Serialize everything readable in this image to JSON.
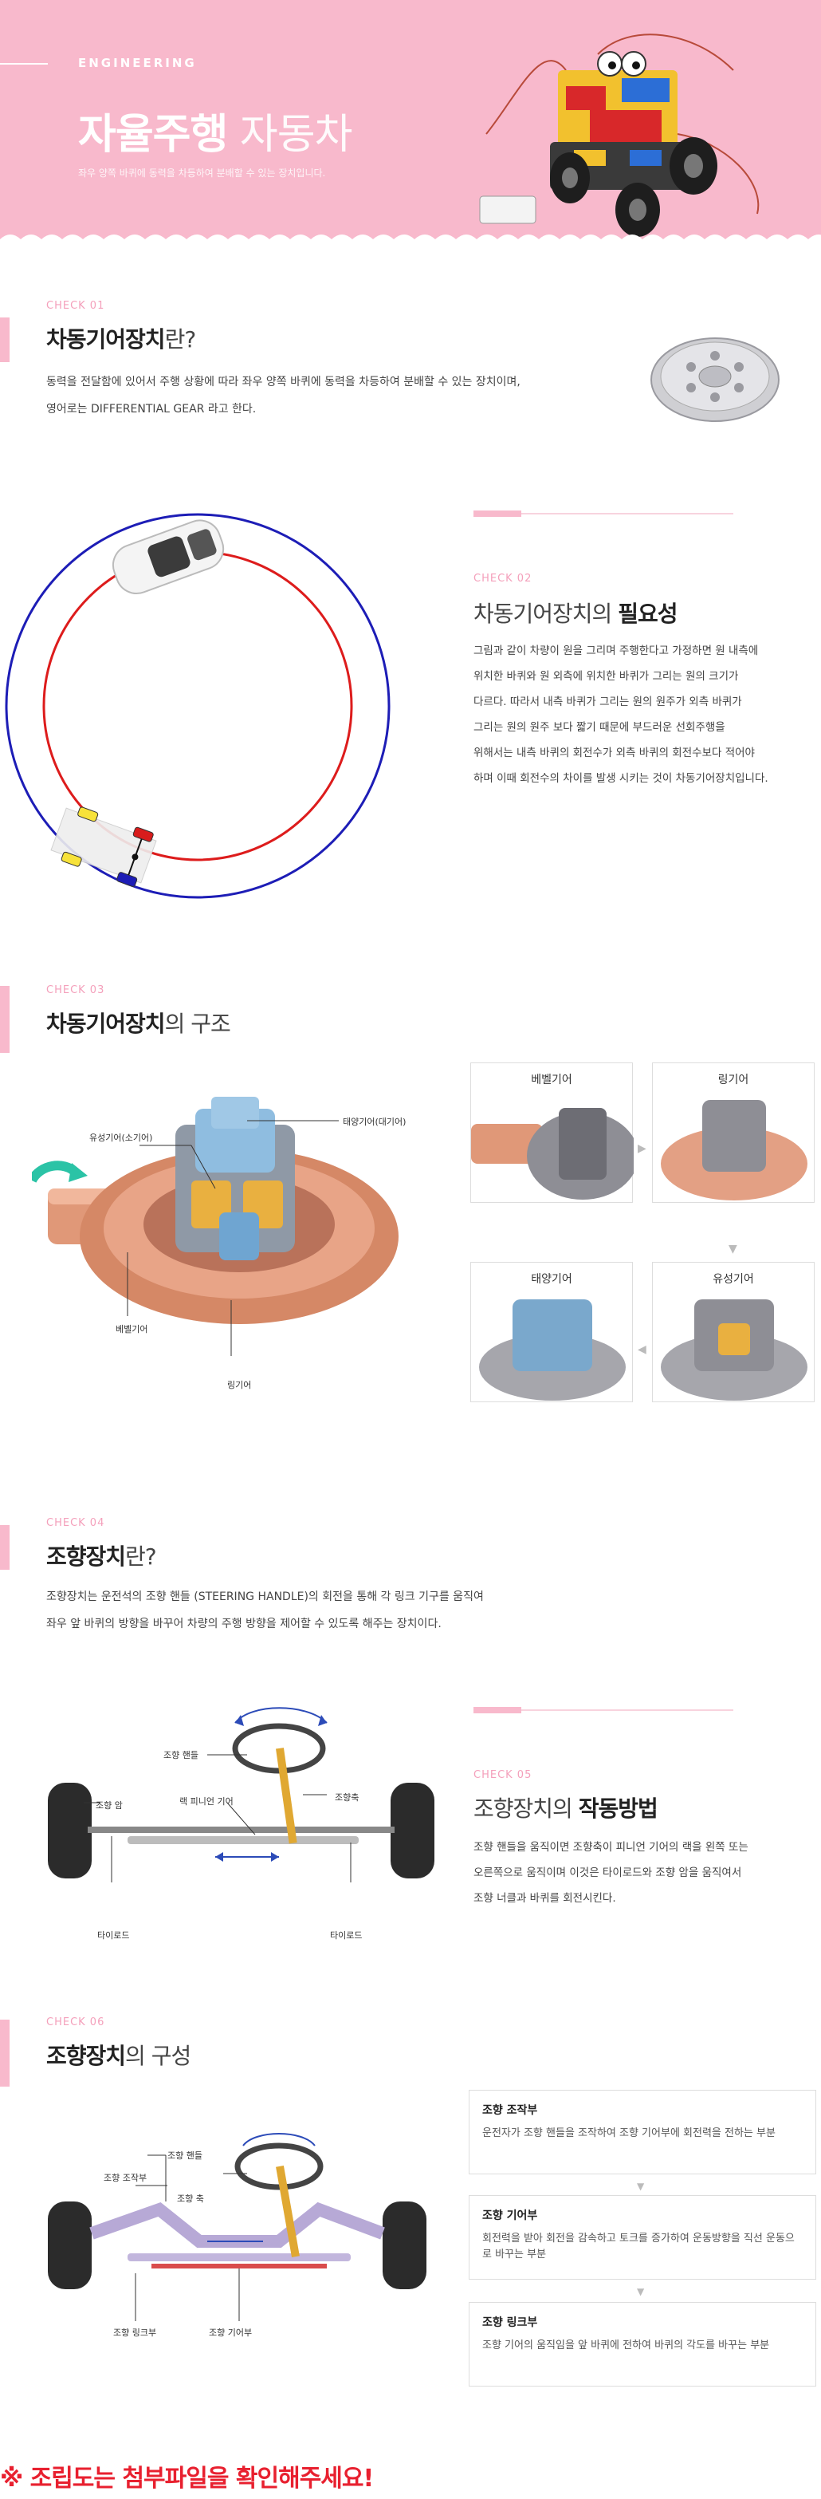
{
  "header": {
    "eyebrow": "ENGINEERING",
    "title_bold": "자율주행",
    "title_light": "자동차",
    "subtitle": "좌우 양쪽 바퀴에 동력을 차등하여 분배할 수 있는 장치입니다.",
    "bg_color": "#f8b9cc"
  },
  "sec1": {
    "check": "CHECK 01",
    "title_bold": "차동기어장치",
    "title_light": "란?",
    "lines": [
      "동력을 전달함에 있어서 주행 상황에 따라 좌우 양쪽 바퀴에 동력을 차등하여 분배할 수 있는 장치이며,",
      "영어로는 DIFFERENTIAL GEAR 라고 한다."
    ]
  },
  "sec2": {
    "check": "CHECK 02",
    "title_light": "차동기어장치의",
    "title_bold": "필요성",
    "lines": [
      "그림과 같이 차량이 원을 그리며 주행한다고 가정하면 원 내측에",
      "위치한 바퀴와 원 외측에 위치한 바퀴가 그리는 원의 크기가",
      "다르다. 따라서 내측 바퀴가 그리는 원의 원주가 외측 바퀴가",
      "그리는 원의 원주 보다 짧기 때문에 부드러운 선회주행을",
      "위해서는 내측 바퀴의 회전수가 외측 바퀴의 회전수보다 적어야",
      "하며 이때 회전수의 차이를 발생 시키는 것이 차동기어장치입니다."
    ]
  },
  "sec3": {
    "check": "CHECK 03",
    "title_bold": "차동기어장치",
    "title_light": "의 구조",
    "labels": {
      "pinion": "유성기어(소기어)",
      "sun": "태양기어(대기어)",
      "bevel": "베벨기어",
      "ring": "링기어"
    },
    "cards": [
      "베벨기어",
      "링기어",
      "태양기어",
      "유성기어"
    ]
  },
  "sec4": {
    "check": "CHECK 04",
    "title_bold": "조향장치",
    "title_light": "란?",
    "lines": [
      "조향장치는 운전석의 조향 핸들 (STEERING HANDLE)의 회전을 통해 각 링크 기구를 움직여",
      "좌우 앞 바퀴의 방향을 바꾸어 차량의 주행 방향을 제어할 수 있도록 해주는 장치이다."
    ]
  },
  "sec5": {
    "check": "CHECK 05",
    "title_light": "조향장치의",
    "title_bold": "작동방법",
    "lines": [
      "조향 핸들을 움직이면 조향축이 피니언 기어의 랙을 왼쪽 또는",
      "오른쪽으로 움직이며 이것은 타이로드와 조향 암을 움직여서",
      "조향 너클과 바퀴를 회전시킨다."
    ],
    "labels": {
      "handle": "조향 핸들",
      "arm": "조향 암",
      "rack": "랙 피니언 기어",
      "shaft": "조향축",
      "tierod_left": "타이로드",
      "tierod_right": "타이로드"
    }
  },
  "sec6": {
    "check": "CHECK 06",
    "title_bold": "조향장치",
    "title_light": "의 구성",
    "labels": {
      "handle": "조향 핸들",
      "control": "조향 조작부",
      "shaft": "조향 축",
      "link": "조향 링크부",
      "gear": "조향 기어부"
    },
    "steps": [
      {
        "title": "조향 조작부",
        "desc": "운전자가 조향 핸들을 조작하여 조향 기어부에 회전력을 전하는 부분"
      },
      {
        "title": "조향 기어부",
        "desc": "회전력을 받아 회전을 감속하고 토크를 증가하여 운동방향을 직선 운동으로 바꾸는 부분"
      },
      {
        "title": "조향 링크부",
        "desc": "조향 기어의 움직임을 앞 바퀴에 전하여 바퀴의 각도를 바꾸는 부분"
      }
    ]
  },
  "footer": {
    "notice": "※ 조립도는 첨부파일을 확인해주세요!",
    "color": "#e8202f"
  }
}
